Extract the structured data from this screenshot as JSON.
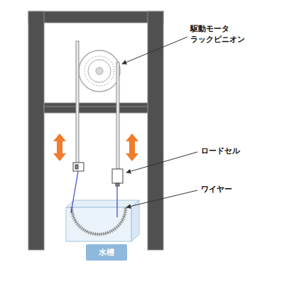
{
  "diagram": {
    "nodes": [
      {
        "text": [
          "水槽"
        ]
      }
    ],
    "labels": [
      "駆動モータ ラックピニオン",
      "ロードセル",
      "ワイヤー"
    ]
  }
}
